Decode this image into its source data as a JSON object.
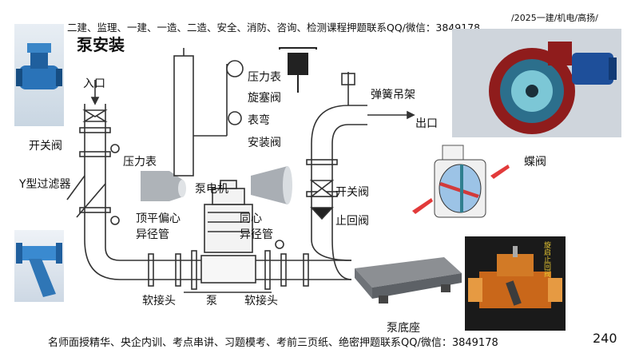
{
  "header": {
    "banner": "二建、监理、一建、一造、二造、安全、消防、咨询、检测课程押题联系QQ/微信：3849178",
    "tag": "/2025一建/机电/高扬/"
  },
  "slide": {
    "title": "泵安装",
    "page_number": "240"
  },
  "labels": {
    "inlet": "入口",
    "pressure_gauge_top": "压力表",
    "cock_valve": "旋塞阀",
    "gauge_bend": "表弯",
    "install_valve": "安装阀",
    "spring_hanger": "弹簧吊架",
    "outlet": "出口",
    "switch_valve_left": "开关阀",
    "pressure_gauge": "压力表",
    "y_filter": "Y型过滤器",
    "pump_motor": "泵电机",
    "butterfly_valve": "蝶阀",
    "switch_valve_right": "开关阀",
    "check_valve": "止回阀",
    "eccentric_reducer": "顶平偏心\n异径管",
    "concentric_reducer": "同心\n异径管",
    "soft_joint_left": "软接头",
    "pump": "泵",
    "soft_joint_right": "软接头",
    "pump_base": "泵底座",
    "check_valve_photo_title": "旋启止回阀"
  },
  "footer": {
    "text": "名师面授精华、央企内训、考点串讲、习题模考、考前三页纸、绝密押题联系QQ/微信：3849178"
  }
}
